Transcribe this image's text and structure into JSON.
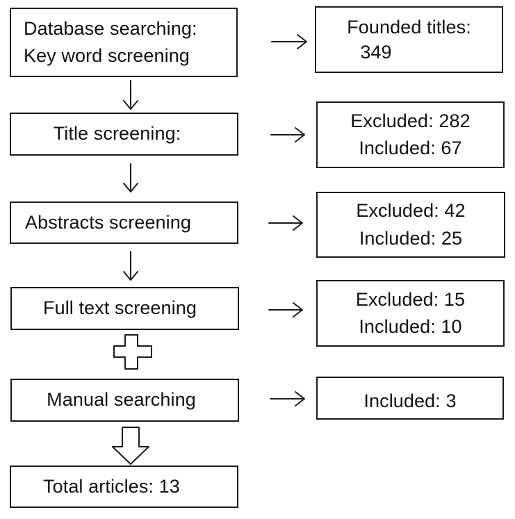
{
  "flow": {
    "step1": {
      "line1": "Database searching:",
      "line2": "Key word screening"
    },
    "step2": {
      "label": "Title screening:"
    },
    "step3": {
      "label": "Abstracts screening"
    },
    "step4": {
      "label": "Full text screening"
    },
    "step5": {
      "label": "Manual searching"
    },
    "step6": {
      "label": "Total articles: 13"
    }
  },
  "results": {
    "result1": {
      "line1": "Founded titles:",
      "line2": "349"
    },
    "result2": {
      "line1": "Excluded: 282",
      "line2": "Included: 67"
    },
    "result3": {
      "line1": "Excluded: 42",
      "line2": "Included: 25"
    },
    "result4": {
      "line1": "Excluded: 15",
      "line2": "Included: 10"
    },
    "result5": {
      "line1": "Included: 3"
    }
  },
  "connectors": {
    "down_arrow_icon": "down-arrow",
    "right_arrow_icon": "right-arrow",
    "plus_icon": "outlined-plus",
    "block_arrow_icon": "outlined-down-arrow"
  },
  "colors": {
    "stroke": "#1a1a1a",
    "background": "#ffffff"
  }
}
